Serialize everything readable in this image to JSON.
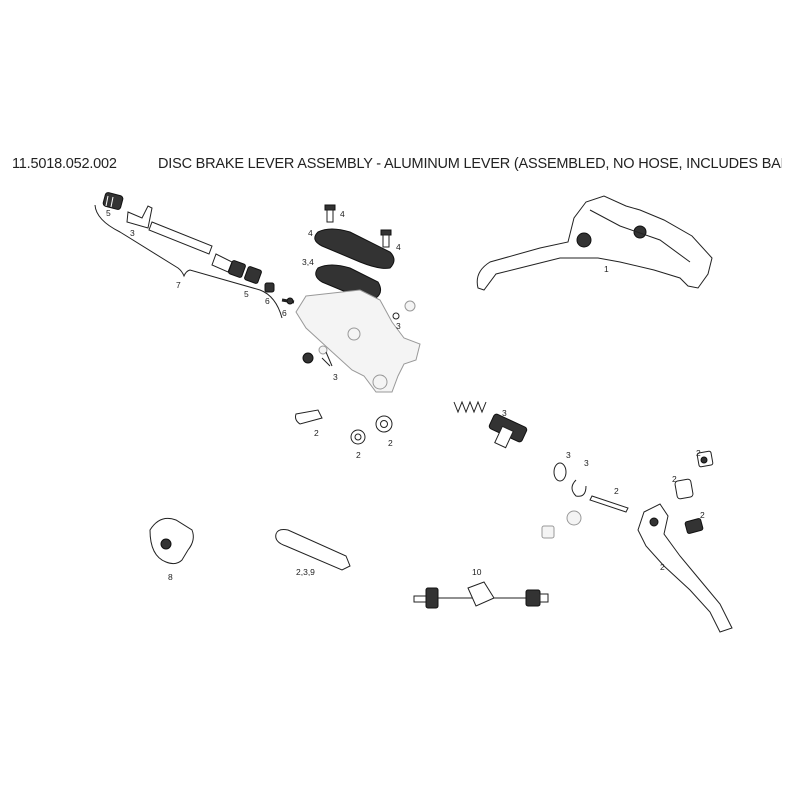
{
  "header": {
    "part_number": "11.5018.052.002",
    "title": "DISC BRAKE LEVER ASSEMBLY - ALUMINUM LEVER (ASSEMBLED, NO HOSE, INCLUDES BARB"
  },
  "callouts": {
    "barb_compression_top": "5",
    "barb_elbow": "3",
    "hose_kit": "7",
    "compression_fitting": "5",
    "olive": "6",
    "barb": "6",
    "reservoir_screw_1": "4",
    "reservoir_screw_2": "4",
    "reservoir_cap": "4",
    "reservoir_bladder": "3,4",
    "bleed_screw": "3",
    "clamp_bolts": "3",
    "pivot_pin": "2",
    "bushing_1": "2",
    "bushing_2": "2",
    "piston_assembly": "3",
    "washer": "3",
    "circlip": "3",
    "pushrod": "2",
    "contact_adjust_1": "2",
    "contact_adjust_2": "2",
    "cam_block": "2",
    "lever_blade": "2",
    "complete_lever": "1",
    "clamp": "8",
    "bleed_tool": "2,3,9",
    "mmx_adapter": "10"
  }
}
